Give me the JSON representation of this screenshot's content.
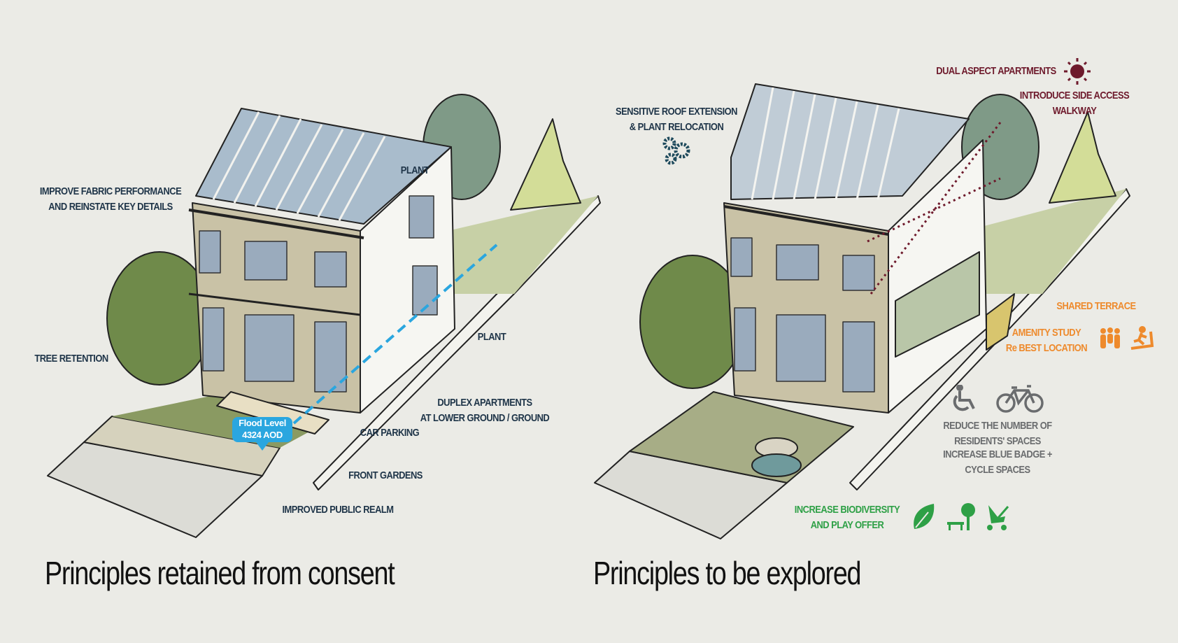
{
  "left_panel": {
    "title": "Principles retained from consent",
    "labels": {
      "fabric_1": "IMPROVE FABRIC PERFORMANCE",
      "fabric_2": "AND REINSTATE KEY DETAILS",
      "plant_roof": "PLANT",
      "tree": "TREE RETENTION",
      "plant_rear": "PLANT",
      "duplex_1": "DUPLEX APARTMENTS",
      "duplex_2": "AT LOWER GROUND / GROUND",
      "car_parking": "CAR PARKING",
      "front_gardens": "FRONT GARDENS",
      "public_realm": "IMPROVED PUBLIC REALM"
    },
    "flood": {
      "line1": "Flood Level",
      "line2": "4324 AOD"
    }
  },
  "right_panel": {
    "title": "Principles to be explored",
    "labels": {
      "roof_1": "SENSITIVE ROOF EXTENSION",
      "roof_2": "& PLANT RELOCATION",
      "dual_aspect": "DUAL ASPECT APARTMENTS",
      "side_access_1": "INTRODUCE SIDE ACCESS",
      "side_access_2": "WALKWAY",
      "shared_terrace": "SHARED TERRACE",
      "amenity_1": "AMENITY STUDY",
      "amenity_2": "Re BEST LOCATION",
      "reduce_1": "REDUCE THE NUMBER OF",
      "reduce_2": "RESIDENTS' SPACES",
      "increase_1": "INCREASE BLUE BADGE +",
      "increase_2": "CYCLE SPACES",
      "bio_1": "INCREASE BIODIVERSITY",
      "bio_2": "AND PLAY OFFER"
    },
    "icons": [
      "gears-icon",
      "sun-icon",
      "people-icon",
      "treadmill-icon",
      "wheelchair-icon",
      "bicycle-icon",
      "leaf-icon",
      "bench-tree-icon",
      "pram-icon"
    ]
  },
  "colors": {
    "navy": "#1e3448",
    "maroon": "#6e1a2c",
    "orange": "#ee8a2c",
    "grey": "#6a6c6e",
    "green": "#2ea046",
    "flood": "#2aa6df"
  }
}
